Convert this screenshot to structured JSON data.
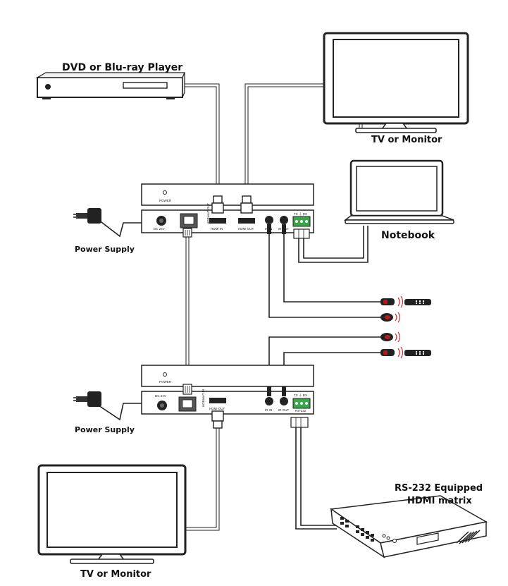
{
  "labels": {
    "dvd_player": "DVD or Blu-ray Player",
    "tv_top": "TV or Monitor",
    "notebook": "Notebook",
    "power_supply_top": "Power Supply",
    "power_supply_bottom": "Power Supply",
    "tv_bottom": "TV or Monitor",
    "matrix_line1": "RS-232 Equipped",
    "matrix_line2": "HDMI matrix"
  },
  "transmitter": {
    "power_led": "POWER",
    "dc_in": "DC 24V",
    "hdbaset_out": "HDBaseT OUT",
    "hdmi_in": "HDMI IN",
    "hdmi_out": "HDMI OUT",
    "ir_in": "IR IN",
    "ir_out": "IR OUT",
    "rs232_pins": "TX  ⏚  RX"
  },
  "receiver": {
    "power_led": "POWER",
    "dc_in": "DC 24V",
    "hdbaset_in": "HDBaseT IN",
    "hdmi_out": "HDMI OUT",
    "ir_in": "IR IN",
    "ir_out": "IR OUT",
    "rs232_pins": "TX  ⏚  RX",
    "rs232_label": "RS-232"
  },
  "colors": {
    "device_body": "#ffffff",
    "outline": "#222222",
    "terminal_green": "#3aa64a"
  }
}
